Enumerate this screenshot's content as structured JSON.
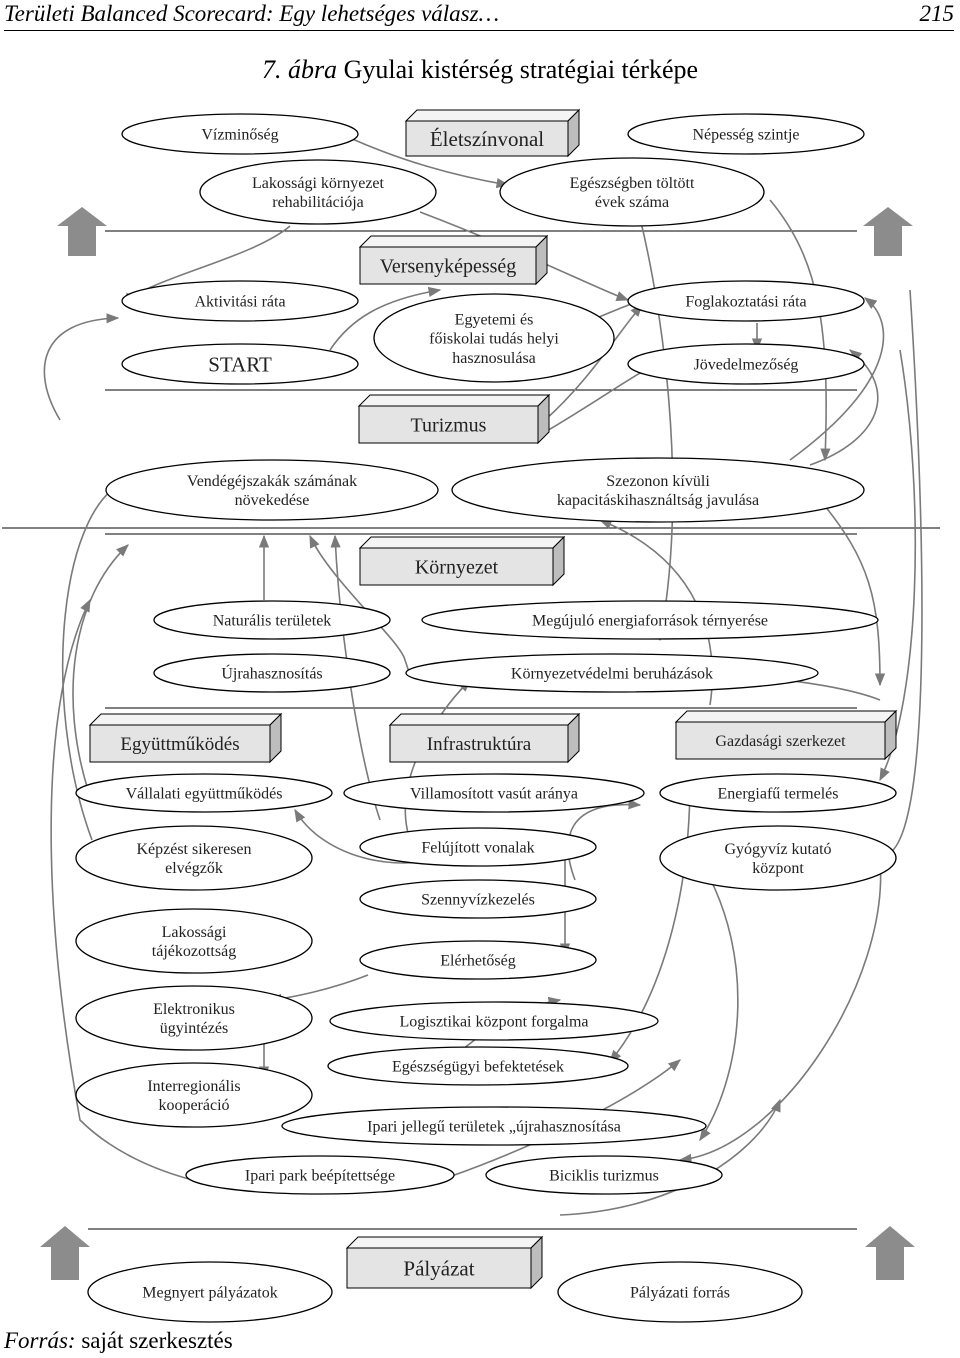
{
  "header": {
    "running_title": "Területi Balanced Scorecard: Egy lehetséges válasz…",
    "page_number": "215"
  },
  "figure": {
    "number": "7. ábra",
    "title": "Gyulai kistérség stratégiai térképe"
  },
  "source": {
    "label": "Forrás:",
    "text": "saját szerkesztés"
  },
  "perspectives": {
    "eletszinvonal": "Életszínvonal",
    "versenykepesseg": "Versenyképesség",
    "turizmus": "Turizmus",
    "kornyezet": "Környezet",
    "egyuttmukodes": "Együttműködés",
    "infrastruktura": "Infrastruktúra",
    "gazdasagi": "Gazdasági szerkezet",
    "palyazat": "Pályázat"
  },
  "nodes": {
    "vizminoseg": "Vízminőség",
    "nepesseg": "Népesség szintje",
    "lakossagi_kornyezet": [
      "Lakossági környezet",
      "rehabilitációja"
    ],
    "egeszsegben": [
      "Egészségben töltött",
      "évek száma"
    ],
    "aktivitasi": "Aktivitási ráta",
    "foglalkoztatasi": "Foglakoztatási ráta",
    "egyetemi": [
      "Egyetemi és",
      "főiskolai tudás helyi",
      "hasznosulása"
    ],
    "start": "START",
    "jovedelmezoseg": "Jövedelmezőség",
    "vendeglatas": [
      "Vendégéjszakák számának",
      "növekedése"
    ],
    "szezonon": [
      "Szezonon kívüli",
      "kapacitáskihasználtság javulása"
    ],
    "naturalis": "Naturális területek",
    "megujulo": "Megújuló energiaforrások térnyerése",
    "ujrahasznositas": "Újrahasznosítás",
    "kornyezetvedelmi": "Környezetvédelmi beruházások",
    "vallalati": "Vállalati együttműködés",
    "villamositott": "Villamosított vasút aránya",
    "energiafu": "Energiafű termelés",
    "kepzest": [
      "Képzést sikeresen",
      "elvégzők"
    ],
    "felujitott": "Felújított vonalak",
    "gyogyviz": [
      "Gyógyvíz kutató",
      "központ"
    ],
    "szennyviz": "Szennyvízkezelés",
    "lakossagi_taj": [
      "Lakossági",
      "tájékozottság"
    ],
    "elerhetoseg": "Elérhetőség",
    "elektronikus": [
      "Elektronikus",
      "ügyintézés"
    ],
    "logisztikai": "Logisztikai központ forgalma",
    "egeszsegugyi": "Egészségügyi befektetések",
    "interregionalis": [
      "Interregionális",
      "kooperáció"
    ],
    "ipari_jellegu": "Ipari jellegű területek „újrahasznosítása",
    "ipari_park": "Ipari park beépítettsége",
    "biciklis": "Biciklis turizmus",
    "megnyert": "Megnyert pályázatok",
    "palyazati_forras": "Pályázati forrás"
  },
  "colors": {
    "box_front": "#e4e4e4",
    "box_top": "#f4f4f4",
    "box_side": "#bdbdbd",
    "arrow": "#7a7a7a",
    "big_arrow": "#8c8c8c"
  }
}
